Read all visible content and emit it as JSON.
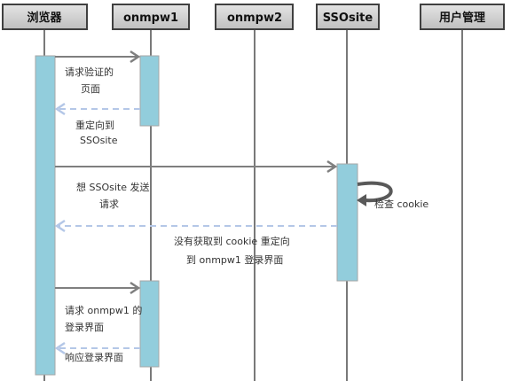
{
  "diagram": {
    "participants": [
      {
        "label": "浏览器"
      },
      {
        "label": "onmpw1"
      },
      {
        "label": "onmpw2"
      },
      {
        "label": "SSOsite"
      },
      {
        "label": "用户管理"
      }
    ],
    "messages": [
      {
        "lines": [
          "请求验证的",
          "页面"
        ]
      },
      {
        "lines": [
          "重定向到",
          "SSOsite"
        ]
      },
      {
        "lines": [
          "想 SSOsite 发送",
          "请求"
        ]
      },
      {
        "lines": [
          "检查 cookie"
        ]
      },
      {
        "lines": [
          "没有获取到 cookie  重定向",
          "到 onmpw1 登录界面"
        ]
      },
      {
        "lines": [
          "请求 onmpw1 的",
          "登录界面"
        ]
      },
      {
        "lines": [
          "响应登录界面"
        ]
      }
    ]
  },
  "colors": {
    "header_top": "#e4e4e4",
    "header_bottom": "#bfbfbf",
    "header_border": "#404040",
    "lifeline": "#4d4d4d",
    "activation": "#92cddc",
    "request_arrow": "#7f7f7f",
    "response_arrow": "#b4c7e7",
    "self_loop": "#595959"
  }
}
